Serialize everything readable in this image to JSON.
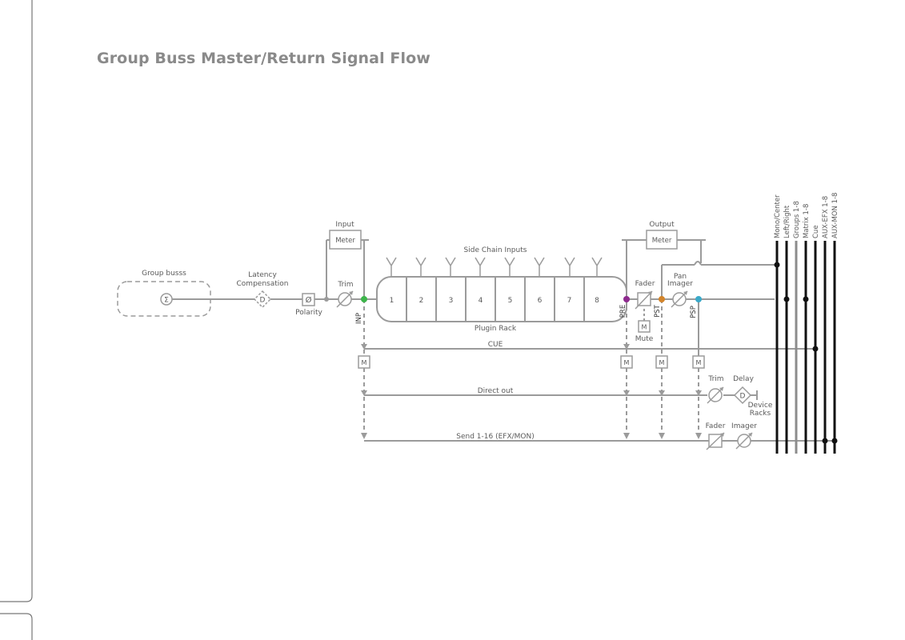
{
  "page": {
    "title": "Group Buss Master/Return Signal Flow"
  },
  "diagram": {
    "group_busss": "Group busss",
    "sum_symbol": "Σ",
    "latency_compensation_line1": "Latency",
    "latency_compensation_line2": "Compensation",
    "delay_symbol": "D",
    "polarity": "Polarity",
    "polarity_symbol": "Ø",
    "trim": "Trim",
    "input": "Input",
    "input_meter": "Meter",
    "inp": "INP",
    "side_chain_inputs": "Side Chain Inputs",
    "plugin_slots": [
      "1",
      "2",
      "3",
      "4",
      "5",
      "6",
      "7",
      "8"
    ],
    "plugin_rack": "Plugin Rack",
    "pre": "PRE",
    "output": "Output",
    "output_meter": "Meter",
    "fader": "Fader",
    "mute_symbol": "M",
    "mute": "Mute",
    "pst": "PST",
    "pan_imager_line1": "Pan",
    "pan_imager_line2": "Imager",
    "psp": "PSP",
    "cue": "CUE",
    "m_symbol": "M",
    "direct_out": "Direct out",
    "direct_trim": "Trim",
    "direct_delay": "Delay",
    "direct_delay_symbol": "D",
    "device_racks_line1": "Device",
    "device_racks_line2": "Racks",
    "send": "Send 1-16 (EFX/MON)",
    "send_fader": "Fader",
    "send_imager": "Imager",
    "busses": [
      "Mono/Center",
      "Left/Right",
      "Groups 1-8",
      "Matrix 1-8",
      "Cue",
      "AUX-EFX 1-8",
      "AUX-MON 1-8"
    ]
  },
  "colors": {
    "line": "#9b9b9b",
    "bus_dark": "#111111",
    "bus_gray": "#8c8c8c",
    "node_inp": "#3cb54a",
    "node_pre": "#8e2a8e",
    "node_pst": "#d3842a",
    "node_psp": "#3aa9c9",
    "title": "#8a8a8a"
  }
}
